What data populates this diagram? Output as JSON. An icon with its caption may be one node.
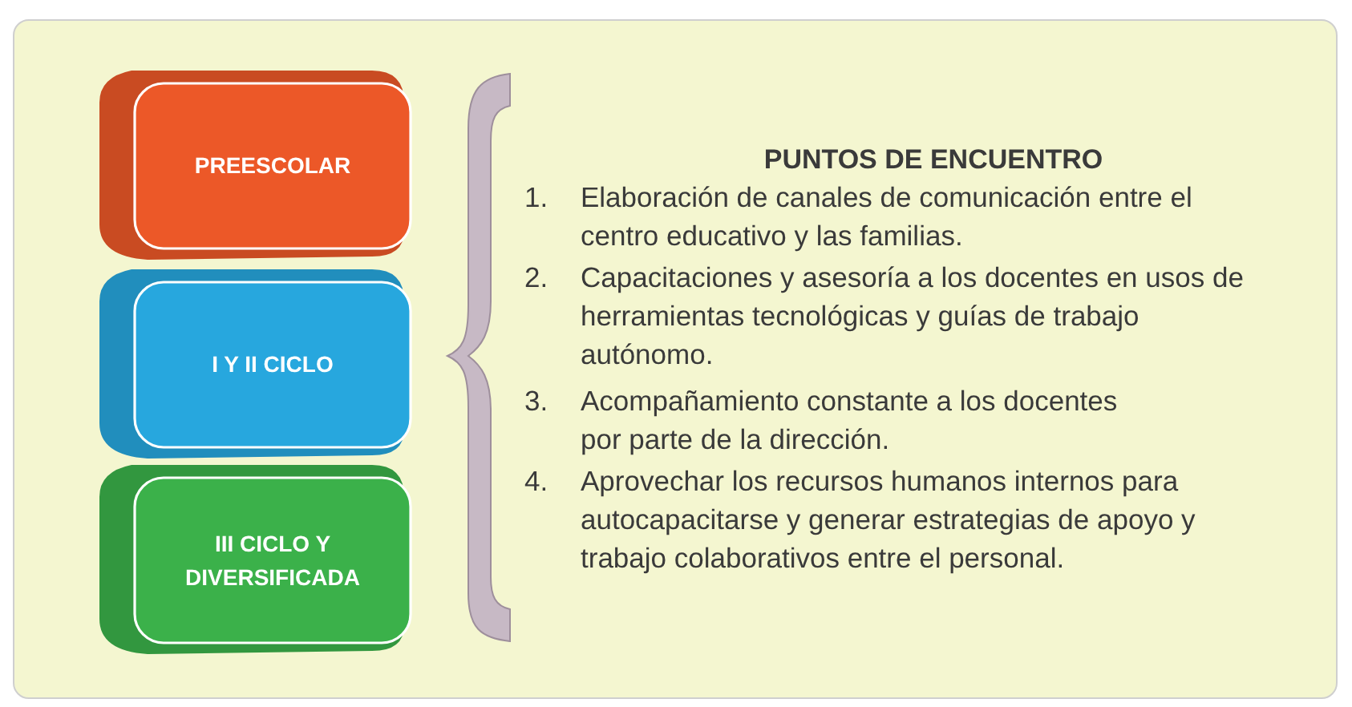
{
  "diagram": {
    "nodes": [
      {
        "text": [
          "PREESCOLAR"
        ]
      },
      {
        "text": [
          "I Y II CICLO"
        ]
      },
      {
        "text": [
          "III CICLO Y DIVERSIFICADA"
        ]
      }
    ],
    "labels": [
      "PUNTOS DE ENCUENTRO",
      "1.",
      "Elaboración de canales de comunicación entre el centro educativo y las familias.",
      "2.",
      "Capacitaciones y asesoría a los docentes en usos de herramientas tecnológicas y guías de trabajo autónomo.",
      "3.",
      "Acompañamiento constante a los docentes por parte de la dirección.",
      "4.",
      "Aprovechar los recursos humanos internos para autocapacitarse y generar estrategias de apoyo y trabajo colaborativos entre el personal."
    ]
  }
}
